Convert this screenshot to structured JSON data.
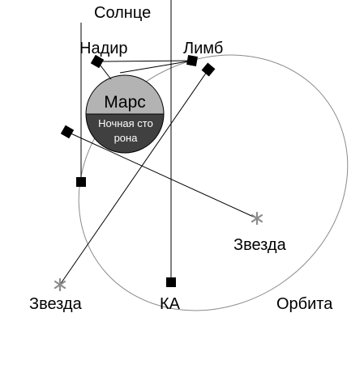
{
  "labels": {
    "sun": "Солнце",
    "nadir": "Надир",
    "limb": "Лимб",
    "planet": "Марс",
    "night_line1": "Ночная сто",
    "night_line2": "рона",
    "star_right": "Звезда",
    "star_left": "Звезда",
    "spacecraft": "КА",
    "orbit": "Орбита"
  },
  "colors": {
    "orbit": "#8a8a8a",
    "planet_day": "#b3b3b3",
    "planet_night": "#404040",
    "star": "#8c8c8c"
  }
}
